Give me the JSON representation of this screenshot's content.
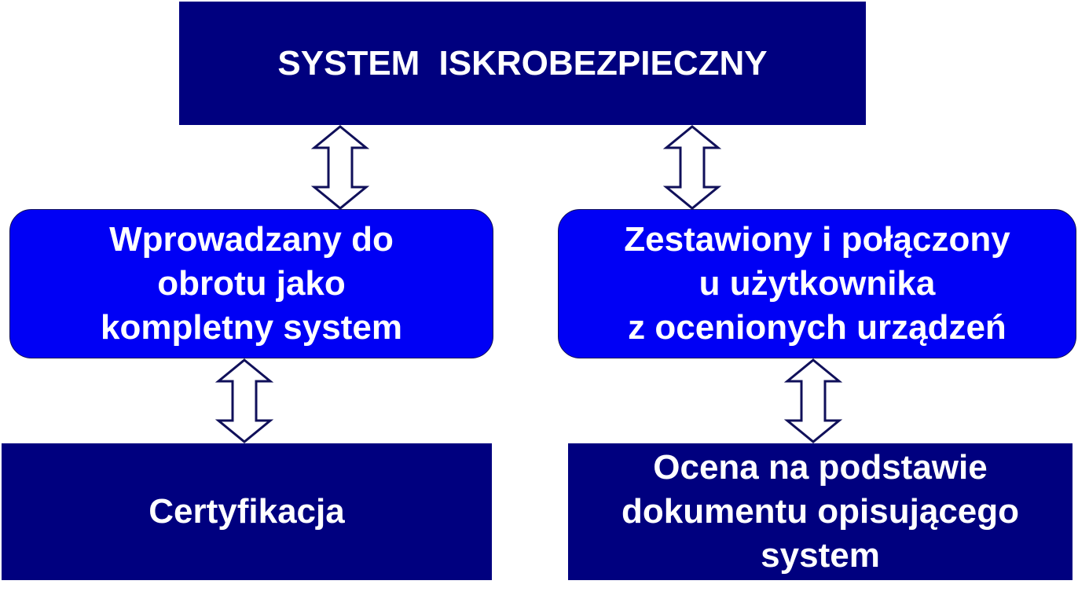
{
  "diagram": {
    "top": {
      "label": "SYSTEM  ISKROBEZPIECZNY"
    },
    "left_mid": {
      "label": "Wprowadzany do\nobrotu jako\nkompletny system"
    },
    "right_mid": {
      "label": "Zestawiony i połączony\nu użytkownika\nz ocenionych urządzeń"
    },
    "left_bottom": {
      "label": "Certyfikacja"
    },
    "right_bottom": {
      "label": "Ocena na podstawie\ndokumentu opisującego\nsystem"
    },
    "colors": {
      "dark_box": "#00007f",
      "bright_box": "#0000f5",
      "arrow_outline": "#10105a",
      "text": "#ffffff"
    },
    "arrows": [
      {
        "name": "arrow-top-to-left-mid",
        "type": "double-headed-vertical"
      },
      {
        "name": "arrow-top-to-right-mid",
        "type": "double-headed-vertical"
      },
      {
        "name": "arrow-left-mid-to-left-bottom",
        "type": "double-headed-vertical"
      },
      {
        "name": "arrow-right-mid-to-right-bottom",
        "type": "double-headed-vertical"
      }
    ]
  }
}
